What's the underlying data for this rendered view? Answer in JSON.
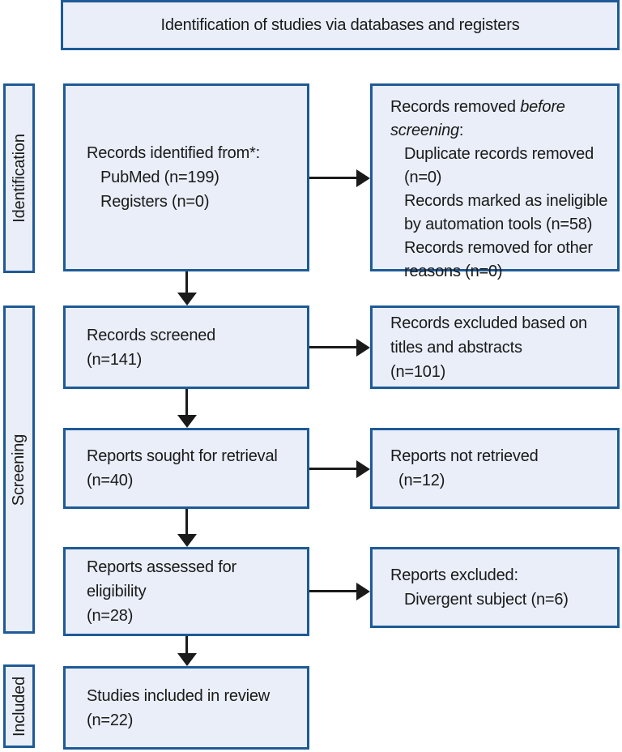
{
  "title": "Identification of studies via databases and registers",
  "sidebar": {
    "identification": "Identification",
    "screening": "Screening",
    "included": "Included"
  },
  "colors": {
    "box_fill": "#e9eef8",
    "box_border": "#1e5a96",
    "arrow": "#1a1a1a"
  },
  "boxes": {
    "identified": {
      "title": "Records identified from*:",
      "items": [
        "PubMed (n=199)",
        "Registers (n=0)"
      ]
    },
    "removed": {
      "pre": "Records removed ",
      "italic": "before screening",
      "post": ":",
      "items": [
        "Duplicate records removed (n=0)",
        "Records marked as ineligible by automation tools (n=58)",
        "Records removed for other reasons (n=0)"
      ]
    },
    "screened": {
      "lines": [
        "Records screened",
        "(n=141)"
      ]
    },
    "excluded_titles": {
      "lines": [
        "Records excluded based on",
        "titles and abstracts",
        "(n=101)"
      ]
    },
    "sought": {
      "lines": [
        "Reports sought for retrieval",
        "(n=40)"
      ]
    },
    "not_retrieved": {
      "line1": "Reports not retrieved",
      "line2": "(n=12)"
    },
    "assessed": {
      "lines": [
        "Reports assessed for",
        "eligibility",
        "(n=28)"
      ]
    },
    "reports_excluded": {
      "title": "Reports excluded:",
      "items": [
        "Divergent subject (n=6)"
      ]
    },
    "included_review": {
      "lines": [
        "Studies included in review",
        "(n=22)"
      ]
    }
  }
}
